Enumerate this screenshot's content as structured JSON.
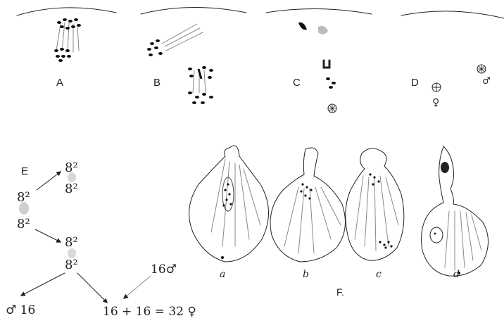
{
  "panels": {
    "A": "A",
    "B": "B",
    "C": "C",
    "D": "D",
    "E": "E",
    "F": "F."
  },
  "panel_D": {
    "female_symbol": "♀",
    "male_symbol": "♂"
  },
  "panel_E": {
    "parent_top": "8²",
    "parent_bottom": "8²",
    "upper_pair_top": "8²",
    "upper_pair_bottom": "8²",
    "lower_pair_top": "8²",
    "lower_pair_bottom": "8²",
    "male_result": "♂ 16",
    "incoming_male": "16♂",
    "equation": "16 + 16 = 32 ♀"
  },
  "panel_F": {
    "captions": [
      "a",
      "b",
      "c",
      "d"
    ]
  }
}
